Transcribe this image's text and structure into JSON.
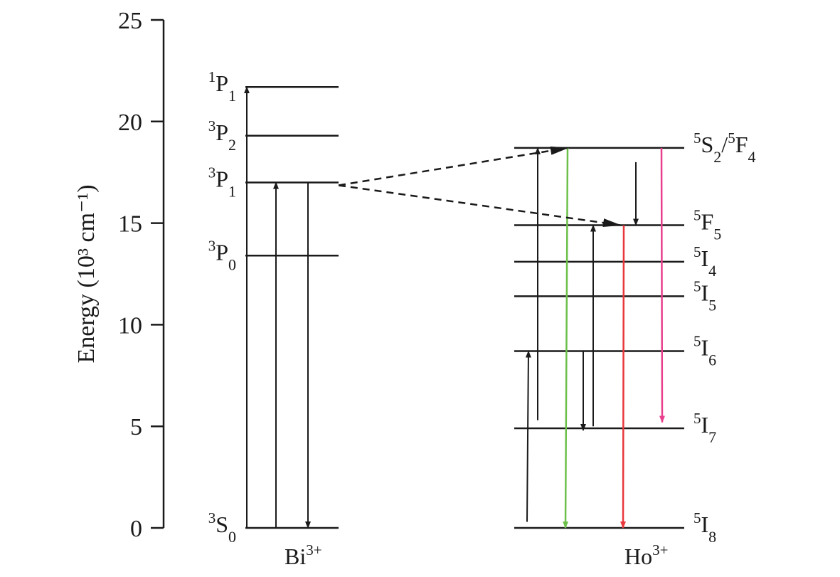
{
  "axis": {
    "title": "Energy (10³ cm⁻¹)",
    "ticks": [
      0,
      5,
      10,
      15,
      20,
      25
    ],
    "range": [
      0,
      25
    ]
  },
  "ions": {
    "bi": {
      "name": "Bi",
      "charge": "3+"
    },
    "ho": {
      "name": "Ho",
      "charge": "3+"
    }
  },
  "bi_levels": [
    {
      "id": "1P1",
      "energy": 21.7,
      "sup": "1",
      "letter": "P",
      "sub": "1"
    },
    {
      "id": "3P2",
      "energy": 19.3,
      "sup": "3",
      "letter": "P",
      "sub": "2"
    },
    {
      "id": "3P1",
      "energy": 17.0,
      "sup": "3",
      "letter": "P",
      "sub": "1"
    },
    {
      "id": "3P0",
      "energy": 13.4,
      "sup": "3",
      "letter": "P",
      "sub": "0"
    },
    {
      "id": "3S0",
      "energy": 0.0,
      "sup": "3",
      "letter": "S",
      "sub": "0"
    }
  ],
  "ho_levels": [
    {
      "id": "5S2_5F4",
      "energy": 18.7,
      "sup": "5",
      "letter": "S",
      "sub": "2",
      "sep": "/",
      "sup2": "5",
      "letter2": "F",
      "sub2": "4"
    },
    {
      "id": "5F5",
      "energy": 14.9,
      "sup": "5",
      "letter": "F",
      "sub": "5"
    },
    {
      "id": "5I4",
      "energy": 13.1,
      "sup": "5",
      "letter": "I",
      "sub": "4"
    },
    {
      "id": "5I5",
      "energy": 11.4,
      "sup": "5",
      "letter": "I",
      "sub": "5"
    },
    {
      "id": "5I6",
      "energy": 8.7,
      "sup": "5",
      "letter": "I",
      "sub": "6"
    },
    {
      "id": "5I7",
      "energy": 4.9,
      "sup": "5",
      "letter": "I",
      "sub": "7"
    },
    {
      "id": "5I8",
      "energy": 0.0,
      "sup": "5",
      "letter": "I",
      "sub": "8"
    }
  ],
  "transitions": [
    {
      "id": "bi-absorption-to-1P1",
      "from": 0.0,
      "to": 21.7,
      "color": "#1a1a1a"
    },
    {
      "id": "bi-absorption-to-3P1",
      "from": 0.0,
      "to": 17.0,
      "color": "#1a1a1a"
    },
    {
      "id": "bi-emission-from-3P1",
      "from": 17.0,
      "to": 0.0,
      "color": "#1a1a1a"
    },
    {
      "id": "ho-absorption-to-5I6",
      "from": 0.3,
      "to": 8.7,
      "color": "#1a1a1a"
    },
    {
      "id": "ho-esa-to-5S2",
      "from": 5.3,
      "to": 18.7,
      "color": "#1a1a1a"
    },
    {
      "id": "ho-green-emission",
      "from": 18.7,
      "to": 0.0,
      "color": "#6cc04a"
    },
    {
      "id": "ho-relax-5I6-to-5I7",
      "from": 8.7,
      "to": 4.8,
      "color": "#1a1a1a"
    },
    {
      "id": "ho-esa-to-5F5",
      "from": 5.0,
      "to": 14.9,
      "color": "#1a1a1a"
    },
    {
      "id": "ho-red-emission",
      "from": 14.9,
      "to": 0.0,
      "color": "#e8383c"
    },
    {
      "id": "ho-relax-5S2-to-5F5",
      "from": 18.0,
      "to": 14.9,
      "color": "#1a1a1a"
    },
    {
      "id": "ho-nir-emission",
      "from": 18.7,
      "to": 5.2,
      "color": "#e83e8c"
    }
  ],
  "energy_transfer": [
    {
      "id": "et-3P1-to-5S2",
      "from_energy": 17.0,
      "to_energy": 18.7
    },
    {
      "id": "et-3P1-to-5F5",
      "from_energy": 17.0,
      "to_energy": 14.9
    }
  ]
}
